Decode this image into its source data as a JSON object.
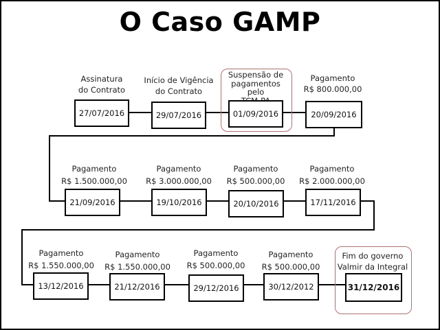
{
  "title": "O Caso GAMP",
  "events": [
    {
      "label": "Assinatura\ndo Contrato",
      "date": "27/07/2016"
    },
    {
      "label": "Início de Vigência\ndo Contrato",
      "date": "29/07/2016"
    },
    {
      "label": "Suspensão de\npagamentos pelo\nTCM-PA",
      "date": "01/09/2016",
      "highlighted": true
    },
    {
      "label": "Pagamento\nR$ 800.000,00",
      "date": "20/09/2016"
    },
    {
      "label": "Pagamento\nR$ 1.500.000,00",
      "date": "21/09/2016"
    },
    {
      "label": "Pagamento\nR$ 3.000.000,00",
      "date": "19/10/2016"
    },
    {
      "label": "Pagamento\nR$ 500.000,00",
      "date": "20/10/2016"
    },
    {
      "label": "Pagamento\nR$ 2.000.000,00",
      "date": "17/11/2016"
    },
    {
      "label": "Pagamento\nR$ 1.550.000,00",
      "date": "13/12/2016"
    },
    {
      "label": "Pagamento\nR$ 1.550.000,00",
      "date": "21/12/2016"
    },
    {
      "label": "Pagamento\nR$ 500.000,00",
      "date": "29/12/2016"
    },
    {
      "label": "Pagamento\nR$ 500.000,00",
      "date": "30/12/2012"
    },
    {
      "label": "Fim do governo\nValmir da Integral",
      "date": "31/12/2016",
      "highlighted": true,
      "bold": true
    }
  ],
  "colors": {
    "line": "#000000",
    "highlight_border": "#b07070"
  }
}
